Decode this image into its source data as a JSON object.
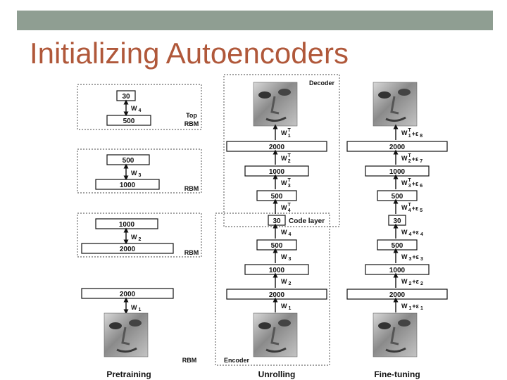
{
  "title": "Initializing Autoencoders",
  "colors": {
    "title": "#b0583a",
    "topbar": "#8f9e92"
  },
  "pretraining": {
    "label": "Pretraining",
    "rbm4": {
      "top": "30",
      "bottom": "500",
      "weight": "W",
      "sub": "4",
      "caption1": "Top",
      "caption2": "RBM"
    },
    "rbm3": {
      "top": "500",
      "bottom": "1000",
      "weight": "W",
      "sub": "3",
      "caption": "RBM"
    },
    "rbm2": {
      "top": "1000",
      "bottom": "2000",
      "weight": "W",
      "sub": "2",
      "caption": "RBM"
    },
    "rbm1": {
      "top": "2000",
      "weight": "W",
      "sub": "1",
      "caption": "RBM"
    }
  },
  "unrolling": {
    "label": "Unrolling",
    "decoder_label": "Decoder",
    "encoder_label": "Encoder",
    "code_layer_label": "Code layer",
    "layers": [
      "2000",
      "1000",
      "500",
      "30",
      "500",
      "1000",
      "2000"
    ],
    "decoder_weights": [
      {
        "w": "W",
        "sub": "1",
        "sup": "T"
      },
      {
        "w": "W",
        "sub": "2",
        "sup": "T"
      },
      {
        "w": "W",
        "sub": "3",
        "sup": "T"
      },
      {
        "w": "W",
        "sub": "4",
        "sup": "T"
      }
    ],
    "encoder_weights": [
      {
        "w": "W",
        "sub": "4"
      },
      {
        "w": "W",
        "sub": "3"
      },
      {
        "w": "W",
        "sub": "2"
      },
      {
        "w": "W",
        "sub": "1"
      }
    ]
  },
  "finetuning": {
    "label": "Fine-tuning",
    "layers": [
      "2000",
      "1000",
      "500",
      "30",
      "500",
      "1000",
      "2000"
    ],
    "decoder_weights": [
      {
        "w": "W",
        "sub": "1",
        "sup": "T",
        "eps": "+ε",
        "eps_sub": "8"
      },
      {
        "w": "W",
        "sub": "2",
        "sup": "T",
        "eps": "+ε",
        "eps_sub": "7"
      },
      {
        "w": "W",
        "sub": "3",
        "sup": "T",
        "eps": "+ε",
        "eps_sub": "6"
      },
      {
        "w": "W",
        "sub": "4",
        "sup": "T",
        "eps": "+ε",
        "eps_sub": "5"
      }
    ],
    "encoder_weights": [
      {
        "w": "W",
        "sub": "4",
        "eps": "+ε",
        "eps_sub": "4"
      },
      {
        "w": "W",
        "sub": "3",
        "eps": "+ε",
        "eps_sub": "3"
      },
      {
        "w": "W",
        "sub": "2",
        "eps": "+ε",
        "eps_sub": "2"
      },
      {
        "w": "W",
        "sub": "1",
        "eps": "+ε",
        "eps_sub": "1"
      }
    ]
  }
}
